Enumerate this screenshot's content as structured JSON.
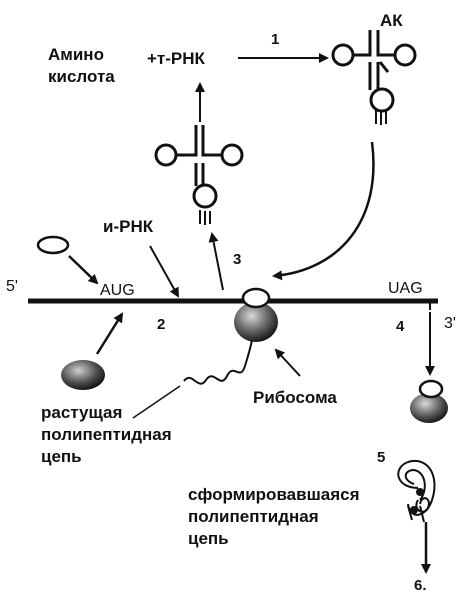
{
  "labels": {
    "amino_acid_line1": "Амино",
    "amino_acid_line2": "кислота",
    "trna": "+т-РНК",
    "ak": "АК",
    "mrna": "и-РНК",
    "five_prime": "5'",
    "three_prime": "3'",
    "aug": "AUG",
    "uag": "UAG",
    "ribosome": "Рибосома",
    "growing_chain_line1": "растущая",
    "growing_chain_line2": "полипептидная",
    "growing_chain_line3": "цепь",
    "formed_chain_line1": "сформировавшаяся",
    "formed_chain_line2": "полипептидная",
    "formed_chain_line3": "цепь"
  },
  "steps": {
    "s1": "1",
    "s2": "2",
    "s3": "3",
    "s4": "4",
    "s5": "5",
    "s6": "6."
  },
  "icons": [
    "trna-cloverleaf-icon",
    "ribosome-icon",
    "folded-protein-icon",
    "arrow-icon"
  ],
  "colors": {
    "ink": "#111111",
    "background": "#ffffff"
  }
}
